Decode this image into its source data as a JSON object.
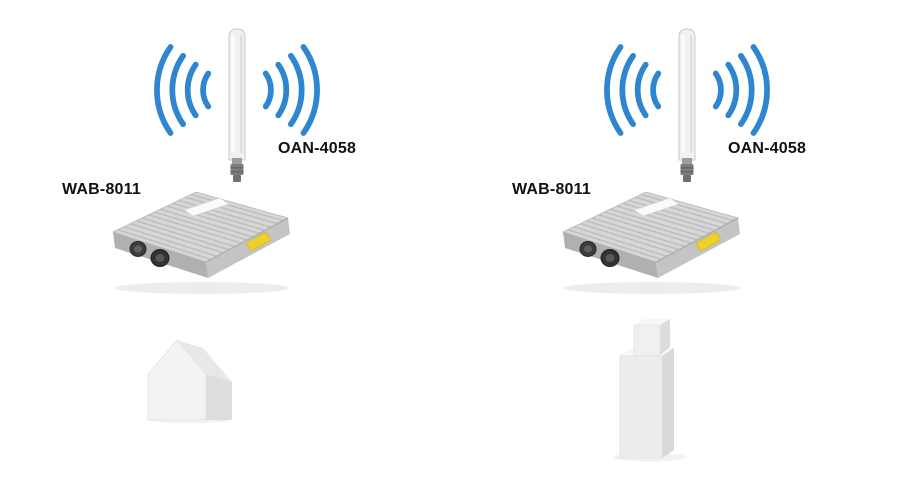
{
  "colors": {
    "wave_blue": "#2E86D0",
    "label_text": "#111111"
  },
  "nodes": [
    {
      "id": "site-a",
      "antenna_label": "OAN-4058",
      "device_label": "WAB-8011",
      "building": "house"
    },
    {
      "id": "site-b",
      "antenna_label": "OAN-4058",
      "device_label": "WAB-8011",
      "building": "tower"
    }
  ],
  "icons": {
    "waves": "wifi-signal-waves",
    "antenna": "omnidirectional-antenna",
    "device": "outdoor-wireless-access-point",
    "house": "small-house",
    "tower": "tall-building"
  }
}
